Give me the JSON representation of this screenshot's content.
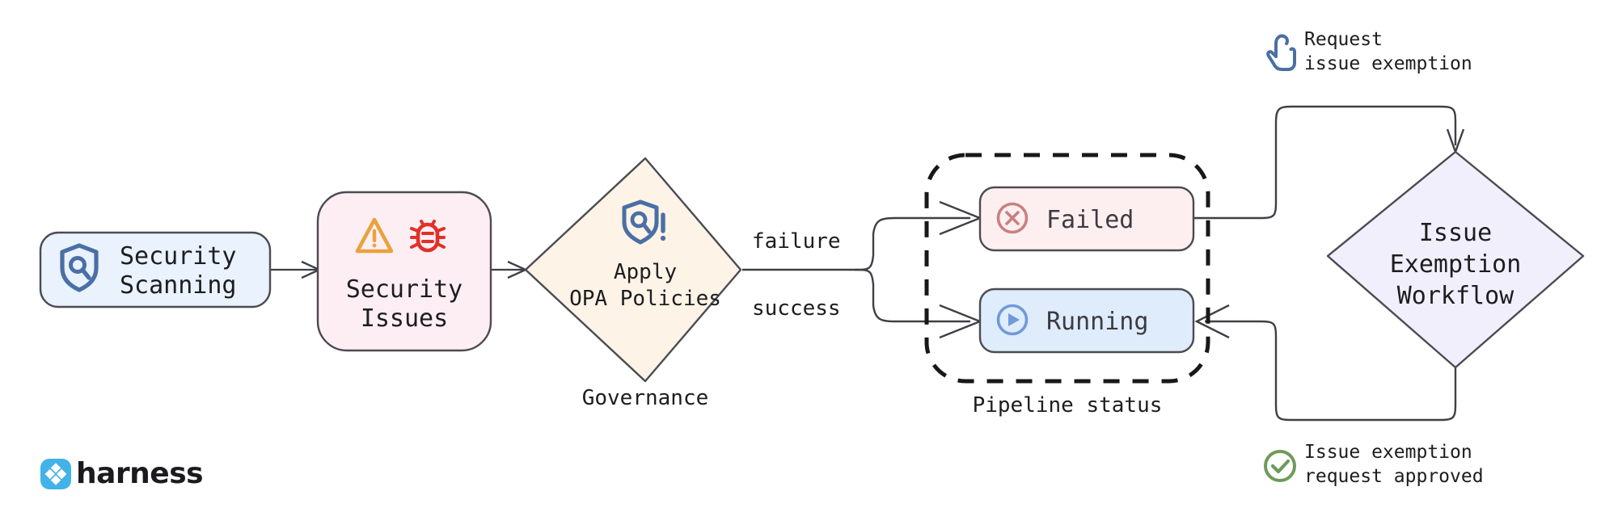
{
  "diagram": {
    "title": "Harness security issue exemption workflow",
    "background": "#ffffff",
    "nodes": [
      {
        "id": "security-scanning",
        "label_lines": [
          "Security",
          "Scanning"
        ],
        "shape": "rounded-rect",
        "fill": "#e9f2fd",
        "stroke": "#4b4b52",
        "icon": "shield-search-icon",
        "icon_color": "#4a6fa5"
      },
      {
        "id": "security-issues",
        "label_lines": [
          "Security",
          "Issues"
        ],
        "shape": "rounded-rect",
        "fill": "#fdeef4",
        "stroke": "#4b4b52",
        "icons": [
          "warning-triangle-icon",
          "bug-icon"
        ],
        "icon_colors": [
          "#e8a33d",
          "#e03127"
        ]
      },
      {
        "id": "apply-opa-policies",
        "label_lines": [
          "Apply",
          "OPA Policies"
        ],
        "shape": "diamond",
        "fill": "#fdf3e6",
        "stroke": "#4b4b52",
        "icon": "shield-policy-alert-icon",
        "icon_color": "#4a6fa5",
        "caption": "Governance"
      },
      {
        "id": "failed",
        "label": "Failed",
        "shape": "rounded-rect",
        "fill": "#fdeff0",
        "stroke": "#4b4b52",
        "icon": "circle-x-icon",
        "icon_color": "#c98080"
      },
      {
        "id": "running",
        "label": "Running",
        "shape": "rounded-rect",
        "fill": "#dfecfb",
        "stroke": "#4b4b52",
        "icon": "circle-play-icon",
        "icon_color": "#6f9ada"
      },
      {
        "id": "issue-exemption-workflow",
        "label_lines": [
          "Issue",
          "Exemption",
          "Workflow"
        ],
        "shape": "diamond",
        "fill": "#f2effc",
        "stroke": "#4b4b52"
      }
    ],
    "groups": [
      {
        "id": "pipeline-status",
        "label": "Pipeline status",
        "style": "dashed",
        "stroke": "#18181b"
      }
    ],
    "edge_labels": {
      "failure": "failure",
      "success": "success"
    },
    "annotations": [
      {
        "id": "request-issue-exemption",
        "lines": [
          "Request",
          "issue exemption"
        ],
        "icon": "tap-hand-icon",
        "icon_color": "#4a6fa5"
      },
      {
        "id": "issue-exemption-request-approved",
        "lines": [
          "Issue exemption",
          "request approved"
        ],
        "icon": "check-circle-icon",
        "icon_color": "#6f9a5a"
      }
    ],
    "brand": {
      "name": "harness",
      "logo_color": "#42b2e8",
      "text_color": "#1b1b1f"
    }
  }
}
